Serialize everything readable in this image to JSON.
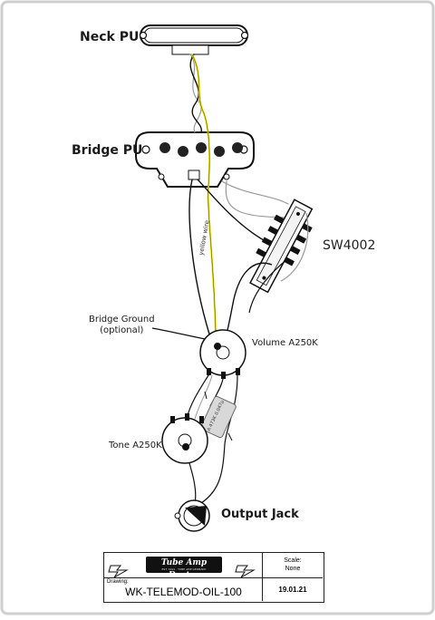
{
  "labels": {
    "neck_pu": "Neck PU",
    "bridge_pu": "Bridge PU",
    "switch": "SW4002",
    "bridge_ground": "Bridge Ground",
    "bridge_ground_note": "(optional)",
    "volume_pot": "Volume A250K",
    "tone_pot": "Tone A250K",
    "output_jack": "Output Jack",
    "yellow_wire": "yellow wire"
  },
  "title_block": {
    "brand": "Tube Amp Doctor",
    "brand_sub": "EST. 1991 · TUBE AMP GERMANY",
    "scale_caption": "Scale:",
    "scale_value": "None",
    "drawing_caption": "Drawing:",
    "drawing_number": "WK-TELEMOD-OIL-100",
    "date": "19.01.21"
  },
  "capacitor_text": "A 473K 0.047µ",
  "colors": {
    "wire_black": "#111111",
    "wire_yellow": "#e8e000",
    "wire_gray": "#9a9a9a",
    "frame": "#cfcfcf"
  }
}
